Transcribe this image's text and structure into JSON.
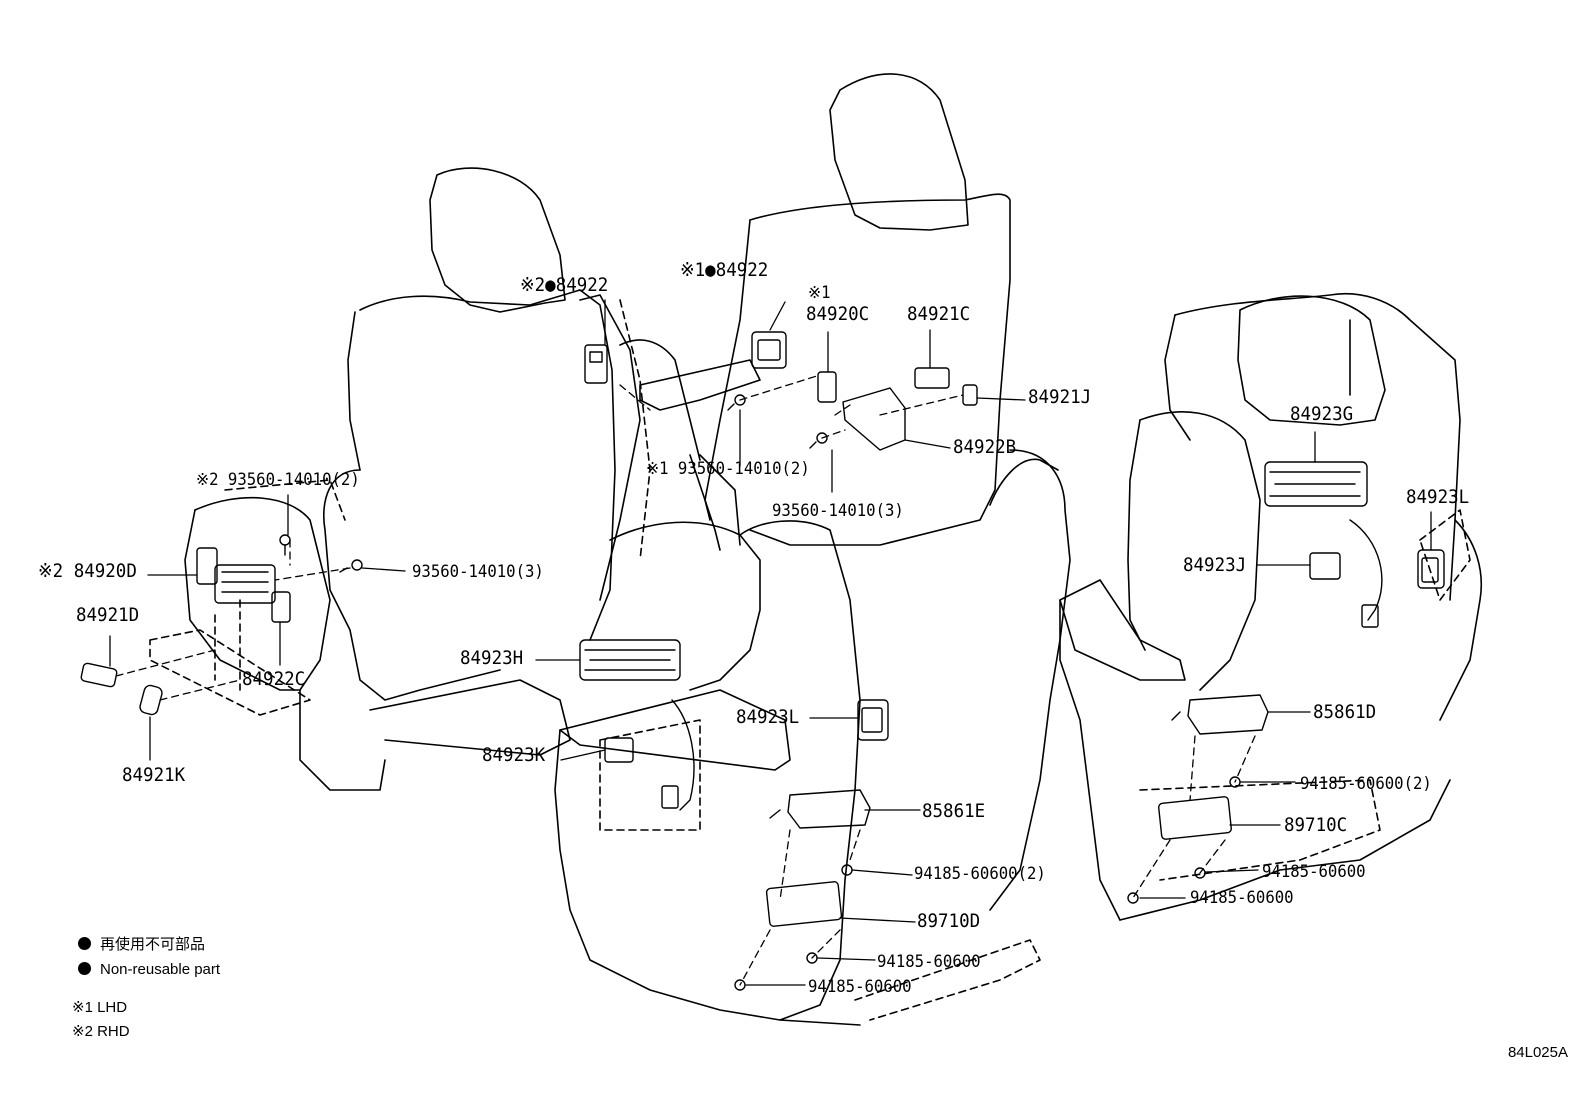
{
  "labels": {
    "p84922_rhd": "※2●84922",
    "p84922_lhd": "※1●84922",
    "p84920c_mark": "※1",
    "p84920c": "84920C",
    "p84921c": "84921C",
    "p84921j": "84921J",
    "p84922b": "84922B",
    "p93560_lhd": "※1 93560-14010(2)",
    "p93560_3_center": "93560-14010(3)",
    "p93560_rhd": "※2 93560-14010(2)",
    "p93560_3_left": "93560-14010(3)",
    "p84920d": "※2 84920D",
    "p84921d": "84921D",
    "p84922c": "84922C",
    "p84921k": "84921K",
    "p84923h": "84923H",
    "p84923k": "84923K",
    "p84923l_center": "84923L",
    "p85861e": "85861E",
    "p94185_2_center": "94185-60600(2)",
    "p89710d": "89710D",
    "p94185_a": "94185-60600",
    "p94185_b": "94185-60600",
    "p84923g": "84923G",
    "p84923l_right": "84923L",
    "p84923j": "84923J",
    "p85861d": "85861D",
    "p94185_2_right": "94185-60600(2)",
    "p89710c": "89710C",
    "p94185_c": "94185-60600",
    "p94185_d": "94185-60600"
  },
  "legend": {
    "jp": "再使用不可部品",
    "en": "Non-reusable part",
    "note1": "※1 LHD",
    "note2": "※2 RHD"
  },
  "diagram_code": "84L025A"
}
